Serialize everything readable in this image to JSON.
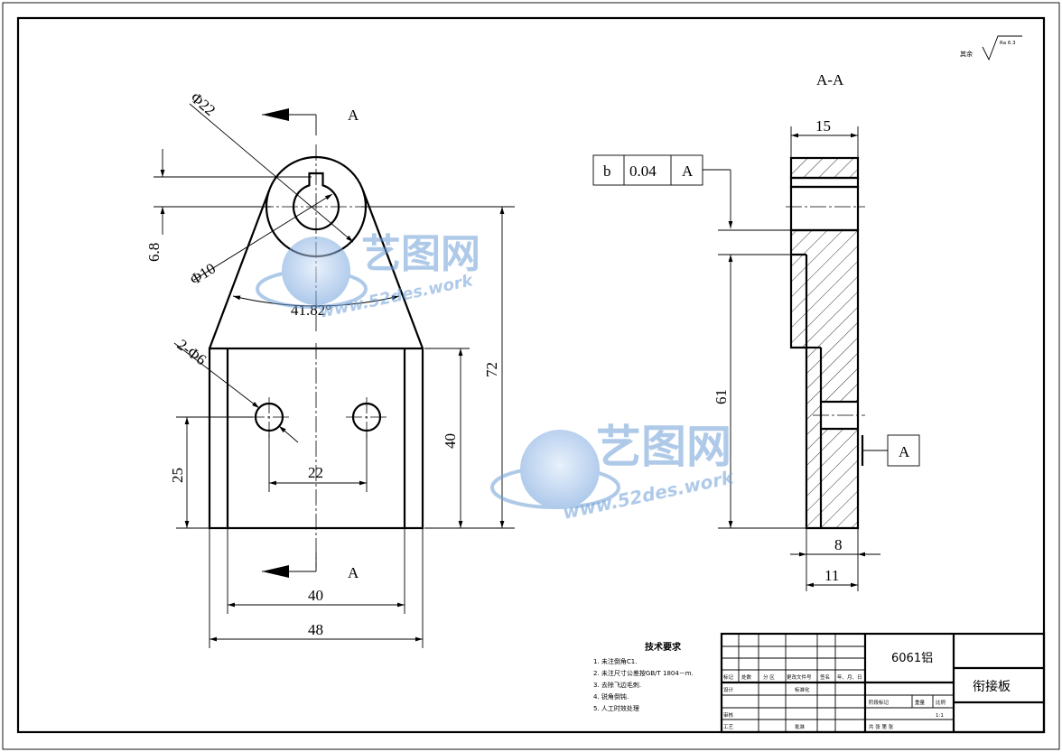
{
  "views": {
    "section_label": "A-A",
    "cut_marker": "A"
  },
  "dims_front": {
    "phi22": "Φ22",
    "phi10": "Φ10",
    "d68": "6.8",
    "angle": "41.82°",
    "holes": "2-Φ6",
    "d72": "72",
    "d40v": "40",
    "d25": "25",
    "d22": "22",
    "d40h": "40",
    "d48": "48"
  },
  "dims_section": {
    "d15": "15",
    "d61": "61",
    "d8": "8",
    "d11": "11",
    "datum": "A"
  },
  "tolerance": {
    "symbol": "b",
    "value": "0.04",
    "datum": "A"
  },
  "roughness": {
    "prefix": "其余",
    "value": "Ra 6.3"
  },
  "tech_requirements": {
    "title": "技术要求",
    "items": [
      "1. 未注倒角C1.",
      "2. 未注尺寸公差按GB/T 1804－m.",
      "3. 去除飞边毛刺.",
      "4. 锐角倒钝.",
      "5. 人工时效处理"
    ]
  },
  "title_block": {
    "material": "6061铝",
    "part_name": "衔接板",
    "row_labels": [
      "标记",
      "处数",
      "分 区",
      "更改文件号",
      "签名",
      "年、月、日"
    ],
    "design": "设计",
    "standard": "标准化",
    "check": "审核",
    "process": "工艺",
    "approve": "批准",
    "stage_labels": [
      "阶段标记",
      "重量",
      "比例"
    ],
    "scale": "1:1",
    "sheets": "共   张   第   张"
  },
  "watermark": {
    "brand": "艺图网",
    "url": "www.52des.work"
  }
}
